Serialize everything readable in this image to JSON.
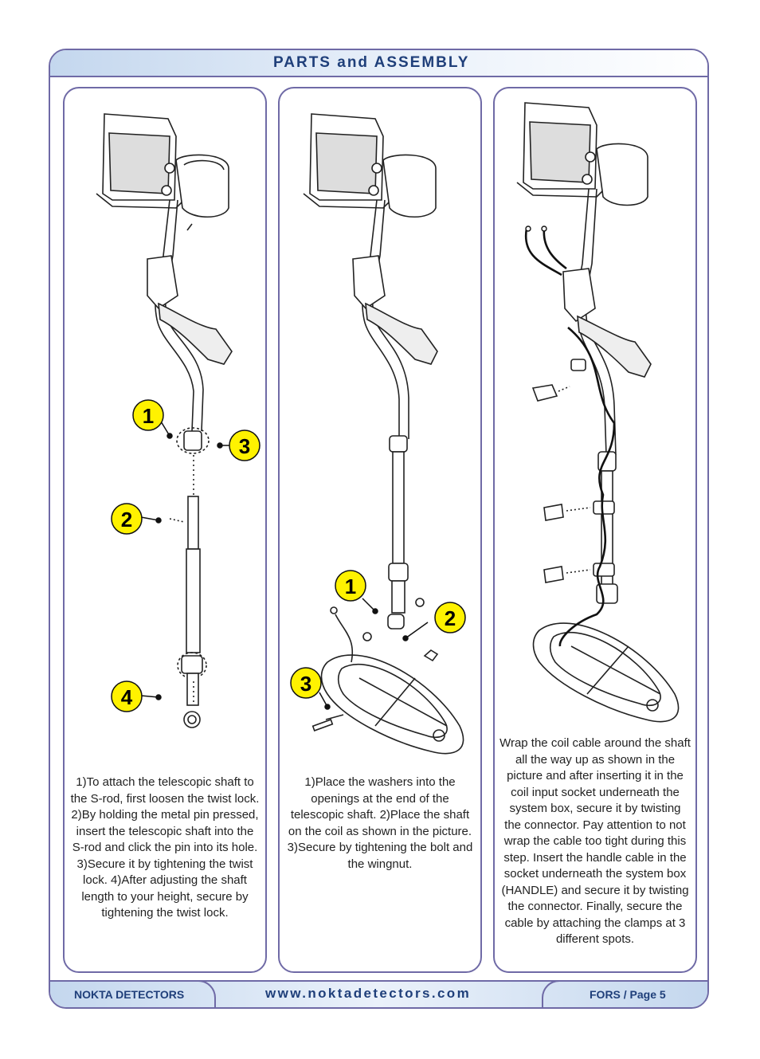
{
  "header": {
    "title": "PARTS and ASSEMBLY"
  },
  "panels": [
    {
      "caption": "1)To attach the telescopic shaft to the S-rod, first loosen the twist lock. 2)By holding the metal pin pressed, insert the telescopic shaft into the S-rod and click the pin into its hole. 3)Secure it by tightening the twist lock. 4)After adjusting the shaft length to your height, secure by tightening the twist lock.",
      "badges": [
        "1",
        "3",
        "2",
        "4"
      ]
    },
    {
      "caption": "1)Place the washers into the openings at the end of the telescopic shaft. 2)Place the shaft on the coil as shown in the picture. 3)Secure by tightening the bolt and the wingnut.",
      "badges": [
        "1",
        "2",
        "3"
      ]
    },
    {
      "caption": "Wrap the coil cable around the shaft all the way up as shown in the picture and after inserting it in the coil input socket underneath the system box, secure it by twisting the connector. Pay attention to not wrap the cable too tight during this step. Insert the handle cable in the socket underneath the system box (HANDLE) and secure it by twisting the connector. Finally, secure the cable by attaching the clamps at 3 different spots."
    }
  ],
  "footer": {
    "left": "NOKTA DETECTORS",
    "center": "www.noktadetectors.com",
    "right": "FORS / Page 5"
  },
  "colors": {
    "frame": "#6f6aa6",
    "title": "#1f3f7a",
    "badge": "#fff200",
    "bar": "#c4d7ee"
  }
}
